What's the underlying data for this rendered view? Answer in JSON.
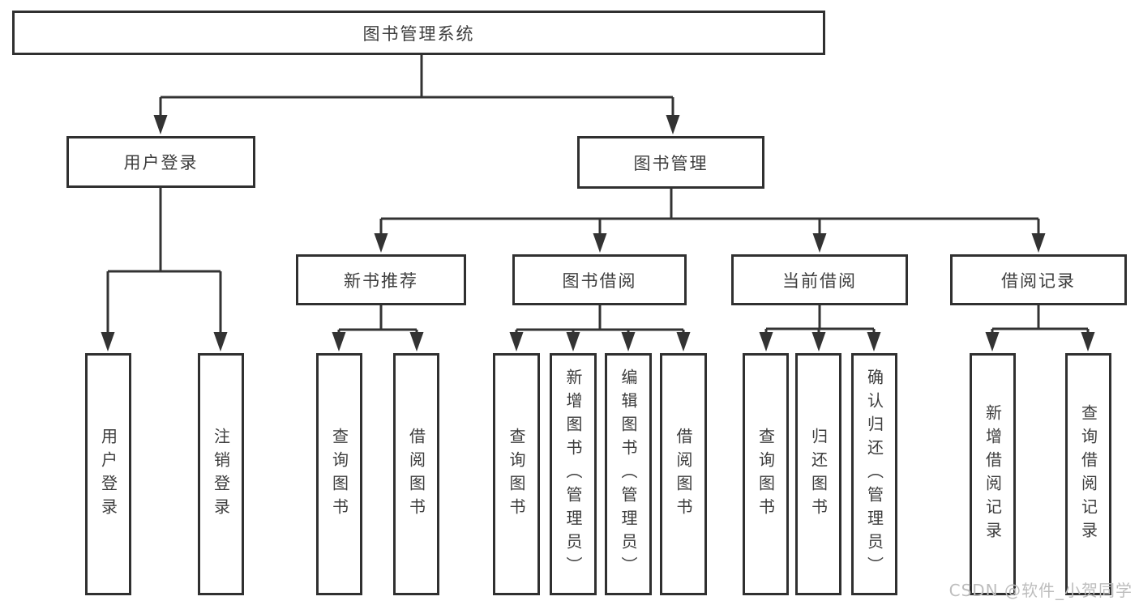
{
  "diagram": {
    "title_node": {
      "label": "图书管理系统"
    },
    "level2": [
      {
        "label": "用户登录"
      },
      {
        "label": "图书管理"
      }
    ],
    "level3": [
      {
        "label": "新书推荐"
      },
      {
        "label": "图书借阅"
      },
      {
        "label": "当前借阅"
      },
      {
        "label": "借阅记录"
      }
    ],
    "leaves": {
      "user_login": [
        {
          "label": "用户登录"
        },
        {
          "label": "注销登录"
        }
      ],
      "new_book": [
        {
          "label": "查询图书"
        },
        {
          "label": "借阅图书"
        }
      ],
      "book_borrow": [
        {
          "label": "查询图书"
        },
        {
          "label": "新增图书（管理员）"
        },
        {
          "label": "编辑图书（管理员）"
        },
        {
          "label": "借阅图书"
        }
      ],
      "current_borrow": [
        {
          "label": "查询图书"
        },
        {
          "label": "归还图书"
        },
        {
          "label": "确认归还（管理员）"
        }
      ],
      "borrow_record": [
        {
          "label": "新增借阅记录"
        },
        {
          "label": "查询借阅记录"
        }
      ]
    },
    "watermark": "CSDN @软件_小贺同学",
    "colors": {
      "line": "#333333",
      "box_border": "#303030",
      "text": "#3d3d3d",
      "watermark": "#bdbdbd",
      "background": "#ffffff"
    }
  }
}
